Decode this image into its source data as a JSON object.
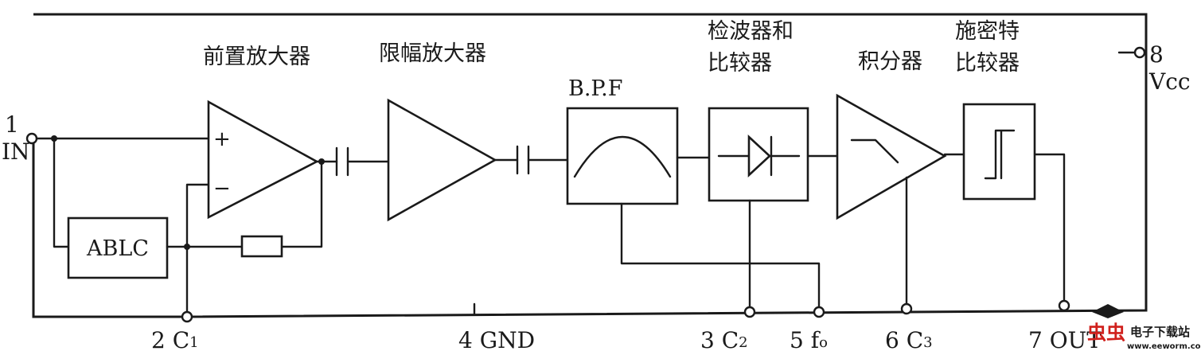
{
  "blocks": {
    "preamp": "前置放大器",
    "limiter": "限幅放大器",
    "bpf": "B.P.F",
    "detector_line1": "检波器和",
    "detector_line2": "比较器",
    "integrator": "积分器",
    "schmitt_line1": "施密特",
    "schmitt_line2": "比较器",
    "ablc": "ABLC"
  },
  "opamp_signs": {
    "plus": "+",
    "minus": "−"
  },
  "pins": {
    "in_num": "1",
    "in_name": "IN",
    "c1": "2 C",
    "c1_sub": "1",
    "gnd": "4 GND",
    "c2": "3 C",
    "c2_sub": "2",
    "fo": "5 f",
    "fo_sub": "o",
    "c3": "6 C",
    "c3_sub": "3",
    "out": "7 OUT",
    "vcc_num": "8",
    "vcc_name": "Vcc"
  },
  "watermark": {
    "logo_chars": "虫虫",
    "site_name": "电子下载站",
    "url": "www.eeworm.com",
    "color": "#d0201c"
  },
  "colors": {
    "line": "#1a1a1a",
    "background": "#ffffff"
  }
}
